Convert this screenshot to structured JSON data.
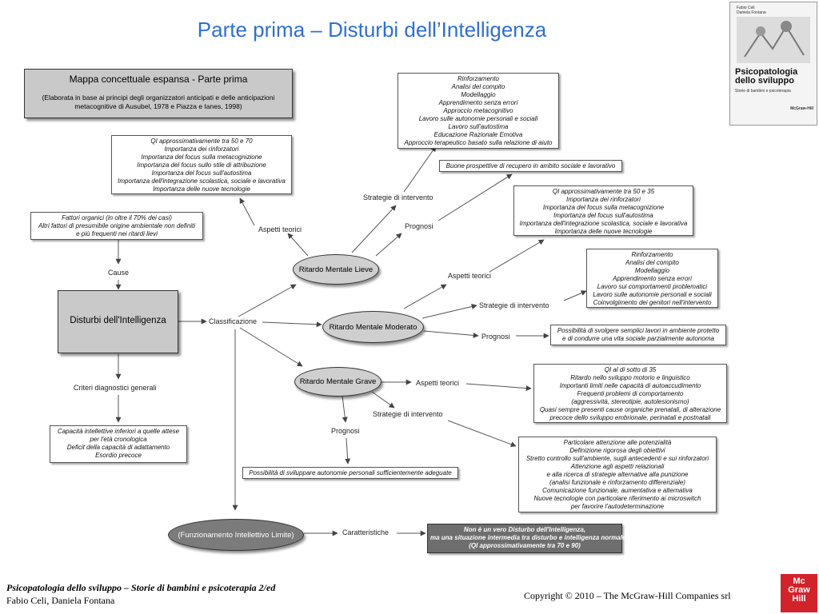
{
  "title": "Parte prima – Disturbi dell’Intelligenza",
  "map_header": {
    "title": "Mappa concettuale espansa - Parte prima",
    "subtitle_1": "(Elaborata in base ai principi degli organizzatori anticipati e delle anticipazioni",
    "subtitle_2": "metacognitive di Ausubel, 1978 e Piazza e Ianes, 1998)"
  },
  "main_node": "Disturbi dell'Intelligenza",
  "labels": {
    "cause": "Cause",
    "criteri": "Criteri diagnostici generali",
    "classificazione": "Classificazione",
    "aspetti_lieve": "Aspetti teorici",
    "strategie_lieve": "Strategie di intervento",
    "prognosi_lieve": "Prognosi",
    "aspetti_moderato": "Aspetti teorici",
    "strategie_moderato": "Strategie di intervento",
    "prognosi_moderato": "Prognosi",
    "aspetti_grave": "Aspetti teorici",
    "strategie_grave": "Strategie di intervento",
    "prognosi_grave": "Prognosi",
    "caratteristiche": "Caratteristiche"
  },
  "nodes": {
    "lieve": "Ritardo Mentale Lieve",
    "moderato": "Ritardo Mentale Moderato",
    "grave": "Ritardo Mentale Grave",
    "limite": "(Funzionamento Intellettivo Limite)"
  },
  "boxes": {
    "cause": [
      "Fattori organici (in oltre il 70% dei casi)",
      "Altri fattori di presumibile origine ambientale non definiti",
      "e più frequenti nei ritardi lievi"
    ],
    "criteri": [
      "Capacità intellettive inferiori a quelle attese",
      "per l'età cronologica",
      "Deficit della capacità di adattamento",
      "Esordio precoce"
    ],
    "aspetti_lieve": [
      "QI approssimativamente tra 50 e 70",
      "Importanza dei rinforzatori",
      "Importanza del focus sulla metacognizione",
      "Importanza del focus sullo stile di attribuzione",
      "Importanza del focus sull'autostima",
      "Importanza dell'integrazione scolastica, sociale e lavorativa",
      "Importanza delle nuove tecnologie"
    ],
    "strategie_lieve": [
      "Rinforzamento",
      "Analisi del compito",
      "Modellaggio",
      "Apprendimento senza errori",
      "Approccio metacognitivo",
      "Lavoro sulle autonomie personali e sociali",
      "Lavoro sull'autostima",
      "Educazione Razionale Emotiva",
      "Approccio terapeutico basato sulla relazione di aiuto"
    ],
    "prognosi_lieve": [
      "Buone prospettive di recupero in ambito sociale e lavorativo"
    ],
    "aspetti_moderato": [
      "QI approssimativamente tra 50 e 35",
      "Importanza dei rinforzatori",
      "Importanza del focus sulla metacognizione",
      "Importanza del focus sull'autostima",
      "Importanza dell'integrazione scolastica, sociale e lavorativa",
      "Importanza delle nuove tecnologie"
    ],
    "strategie_moderato": [
      "Rinforzamento",
      "Analisi del compito",
      "Modellaggio",
      "Apprendimento senza errori",
      "Lavoro sui comportamenti problematici",
      "Lavoro sulle autonomie personali e sociali",
      "Coinvolgimento dei genitori nell'intervento"
    ],
    "prognosi_moderato": [
      "Possibilità di svolgere semplici lavori in ambiente protetto",
      "e di condurre una vita sociale parzialmente autonoma"
    ],
    "aspetti_grave": [
      "QI al di sotto di 35",
      "Ritardo nello sviluppo motorio e linguistico",
      "Importanti limiti nelle capacità di autoaccudimento",
      "Frequenti problemi di comportamento",
      "(aggressività, stereotipie, autolesionismo)",
      "Quasi sempre presenti cause organiche prenatali, di alterazione",
      "precoce dello sviluppo embrionale, perinatali e postnatali"
    ],
    "strategie_grave": [
      "Particolare attenzione alle potenzialità",
      "Definizione rigorosa degli obiettivi",
      "Stretto controllo sull'ambiente, sugli antecedenti e sui rinforzatori",
      "Attenzione agli aspetti relazionali",
      "e alla ricerca di strategie alternative alla punizione",
      "(analisi funzionale e rinforzamento differenziale)",
      "Comunicazione funzionale, aumentativa e alternativa",
      "Nuove tecnologie con particolare riferimento ai microswitch",
      "per favorire l'autodeterminazione"
    ],
    "prognosi_grave": [
      "Possibilità di sviluppare autonomie personali sufficientemente adeguate"
    ],
    "limite": [
      "Non è un vero Disturbo dell'Intelligenza,",
      "ma una situazione intermedia tra disturbo e intelligenza normale",
      "(QI approssimativamente tra 70 e 90)"
    ]
  },
  "cover": {
    "authors": "Fabio Celi\nDaniela Fontana",
    "title": "Psicopatologia dello sviluppo",
    "subtitle": "Storie di bambini e psicoterapia",
    "publisher": "McGraw-Hill"
  },
  "footer": {
    "book_title": "Psicopatologia dello sviluppo – Storie di bambini e psicoterapia 2/ed",
    "authors": "Fabio Celi, Daniela Fontana",
    "copyright": "Copyright © 2010 – The McGraw-Hill Companies srl",
    "logo": "Mc Graw Hill"
  },
  "colors": {
    "title": "#2f6fd0",
    "logo": "#d2232a"
  }
}
